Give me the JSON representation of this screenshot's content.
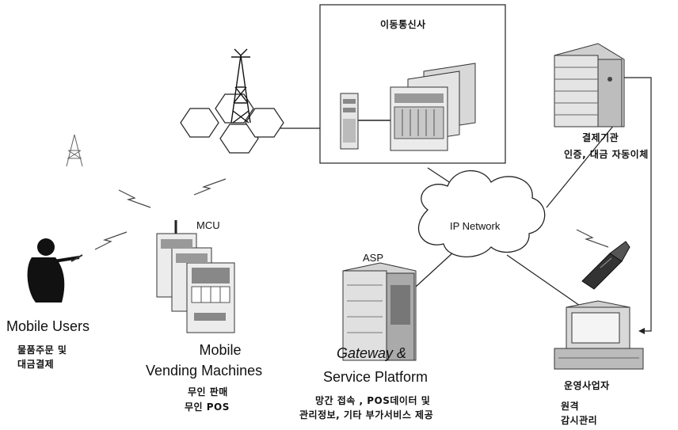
{
  "carrier": {
    "title": "이동통신사"
  },
  "payment": {
    "title": "결제기관",
    "desc": "인증, 대금 자동이체"
  },
  "network": {
    "label": "IP Network"
  },
  "mcu": {
    "label": "MCU"
  },
  "asp": {
    "label": "ASP"
  },
  "mobile_users": {
    "title": "Mobile Users",
    "desc_line1": "물품주문 및",
    "desc_line2": "대금결제"
  },
  "vending": {
    "title_line1": "Mobile",
    "title_line2": "Vending Machines",
    "desc_line1": "무인 판매",
    "desc_line2": "무인 POS"
  },
  "gateway": {
    "title_line1": "Gateway &",
    "title_line2": "Service Platform",
    "desc_line1": "망간 접속 , POS데이터 및",
    "desc_line2": "관리정보, 기타 부가서비스 제공"
  },
  "operator": {
    "title": "운영사업자",
    "desc_line1": "원격",
    "desc_line2": "감시관리"
  }
}
